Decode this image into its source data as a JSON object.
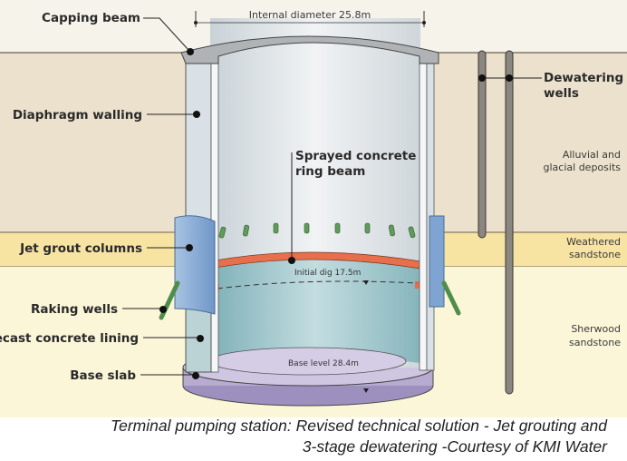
{
  "diagram": {
    "title_dimension": "Internal diameter 25.8m",
    "labels_left": {
      "capping_beam": "Capping beam",
      "diaphragm_walling": "Diaphragm walling",
      "jet_grout_columns": "Jet grout columns",
      "raking_wells": "Raking wells",
      "precast_concrete_lining": "Precast concrete lining",
      "base_slab": "Base slab"
    },
    "labels_center": {
      "ring_beam_line1": "Sprayed concrete",
      "ring_beam_line2": "ring beam",
      "initial_dig": "Initial dig  17.5m",
      "base_level": "Base level  28.4m"
    },
    "labels_right": {
      "dewatering_line1": "Dewatering",
      "dewatering_line2": "wells"
    },
    "strata": [
      {
        "name_line1": "Alluvial and",
        "name_line2": "glacial deposits",
        "color": "#ece1cc"
      },
      {
        "name_line1": "Weathered",
        "name_line2": "sandstone",
        "color": "#f7e4a3"
      },
      {
        "name_line1": "Sherwood",
        "name_line2": "sandstone",
        "color": "#fbf6d8"
      }
    ],
    "colors": {
      "sky": "#f6f3eb",
      "wall": "#d6dde2",
      "grout": "#8fb1d8",
      "ring_beam": "#e86f4c",
      "water": "#9fc3c9",
      "base_slab": "#b7acd0",
      "wells": "#5f8f55"
    }
  },
  "caption": {
    "line1": "Terminal pumping station: Revised technical solution - Jet grouting and",
    "line2": "3-stage dewatering -Courtesy of KMI Water"
  }
}
